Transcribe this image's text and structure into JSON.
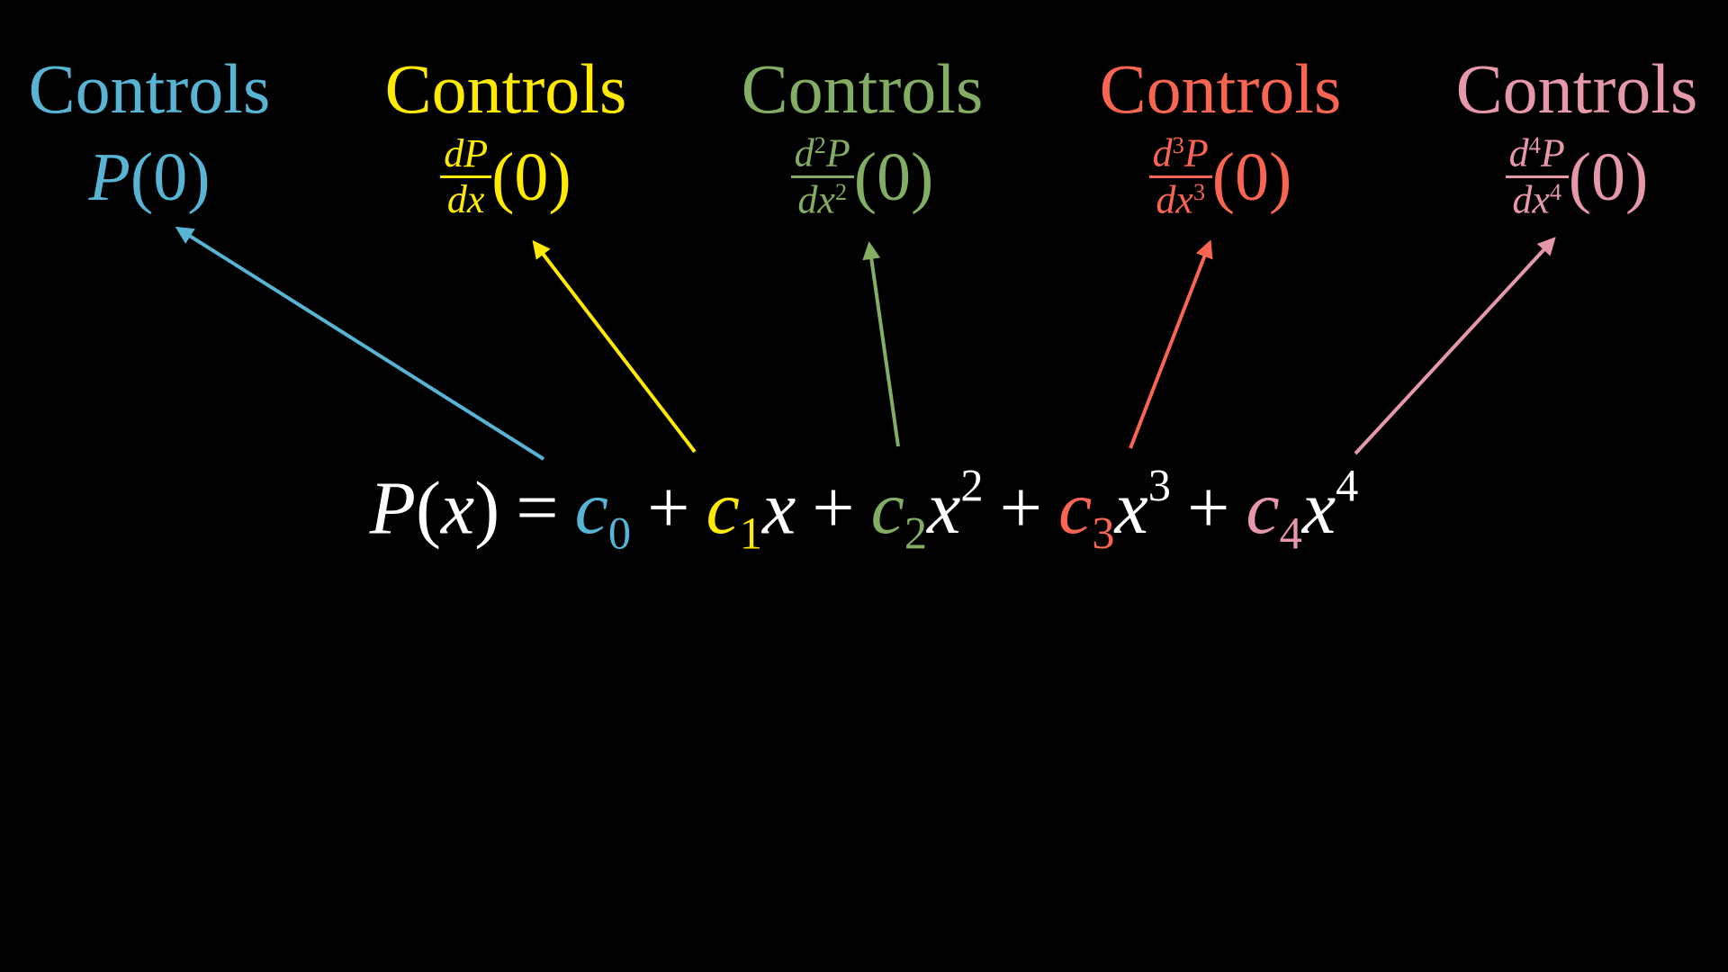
{
  "colors": {
    "c0": "#58b4d4",
    "c1": "#ffea00",
    "c2": "#83ad62",
    "c3": "#fa6552",
    "c4": "#e698a8",
    "text": "#ffffff",
    "background": "#000000"
  },
  "labels": [
    {
      "word": "Controls",
      "func": "P",
      "arg": "(0)"
    },
    {
      "word": "Controls",
      "num": "dP",
      "den": "dx",
      "arg": "(0)"
    },
    {
      "word": "Controls",
      "num_d": "d",
      "num_pow": "2",
      "num_p": "P",
      "den_dx": "dx",
      "den_pow": "2",
      "arg": "(0)"
    },
    {
      "word": "Controls",
      "num_d": "d",
      "num_pow": "3",
      "num_p": "P",
      "den_dx": "dx",
      "den_pow": "3",
      "arg": "(0)"
    },
    {
      "word": "Controls",
      "num_d": "d",
      "num_pow": "4",
      "num_p": "P",
      "den_dx": "dx",
      "den_pow": "4",
      "arg": "(0)"
    }
  ],
  "equation": {
    "lhs_func": "P",
    "lhs_open": "(",
    "lhs_var": "x",
    "lhs_close": ")",
    "equals": "=",
    "plus": "+",
    "coef": "c",
    "var": "x",
    "subscripts": [
      "0",
      "1",
      "2",
      "3",
      "4"
    ],
    "powers": [
      "2",
      "3",
      "4"
    ]
  }
}
